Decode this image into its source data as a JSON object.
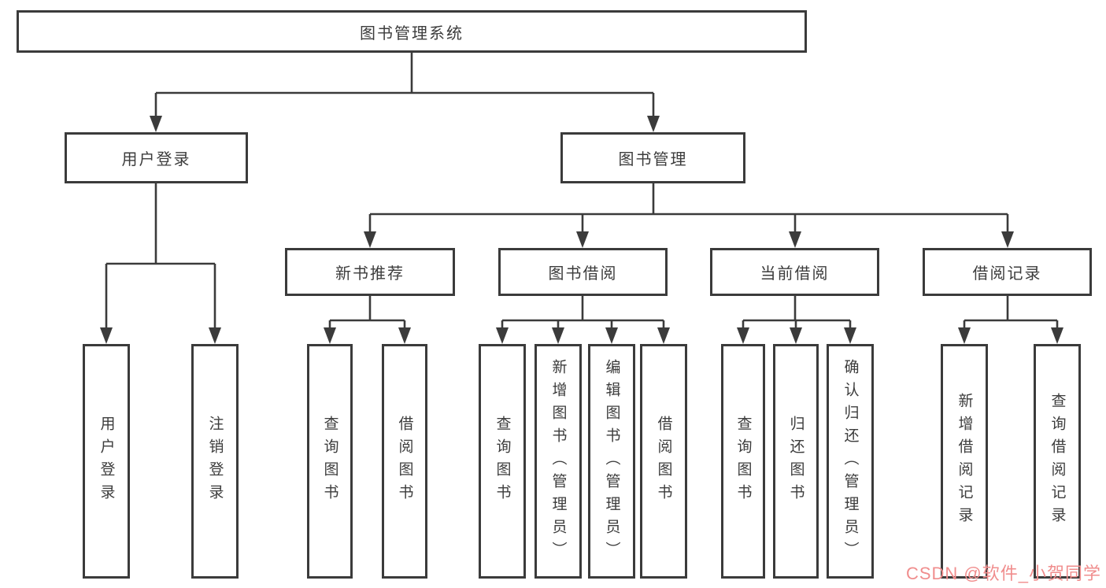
{
  "tree": {
    "root_label": "图书管理系统",
    "user_login": {
      "label": "用户登录",
      "children": [
        "用户登录",
        "注销登录"
      ]
    },
    "book_management": {
      "label": "图书管理",
      "groups": [
        {
          "label": "新书推荐",
          "children": [
            "查询图书",
            "借阅图书"
          ]
        },
        {
          "label": "图书借阅",
          "children": [
            "查询图书",
            "新增图书（管理员）",
            "编辑图书（管理员）",
            "借阅图书"
          ]
        },
        {
          "label": "当前借阅",
          "children": [
            "查询图书",
            "归还图书",
            "确认归还（管理员）"
          ]
        },
        {
          "label": "借阅记录",
          "children": [
            "新增借阅记录",
            "查询借阅记录"
          ]
        }
      ]
    }
  },
  "watermark": {
    "text": "CSDN @软件_小贺同学"
  },
  "colors": {
    "line": "#3b3b3b",
    "text": "#3c3c3c",
    "watermark": "#f08d8d",
    "background": "#ffffff"
  }
}
